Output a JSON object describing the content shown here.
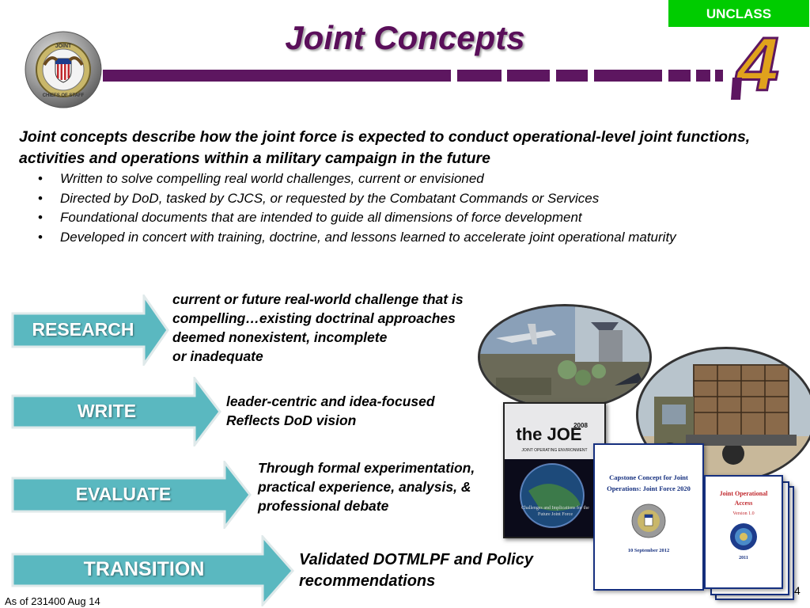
{
  "header": {
    "classification": "UNCLASS",
    "title": "Joint Concepts",
    "brand_numeral": "4",
    "seal_text_top": "JOINT",
    "seal_text_bottom": "CHIEFS OF STAFF"
  },
  "intro": {
    "text": "Joint concepts describe how the joint force is expected to conduct operational-level joint functions, activities and operations within a military campaign in the future",
    "bullets": [
      "Written to solve compelling real world challenges, current or envisioned",
      "Directed by DoD, tasked by CJCS, or requested by the Combatant Commands or Services",
      "Foundational documents that are intended to guide all dimensions of force development",
      "Developed in concert with training, doctrine, and lessons learned to accelerate  joint operational maturity"
    ]
  },
  "steps": [
    {
      "label": "RESEARCH",
      "lines": [
        "current or future real-world challenge that  is",
        "compelling…existing doctrinal approaches",
        "deemed nonexistent, incomplete",
        "or inadequate"
      ]
    },
    {
      "label": "WRITE",
      "lines": [
        "leader-centric and idea-focused",
        "Reflects DoD vision"
      ]
    },
    {
      "label": "EVALUATE",
      "lines": [
        "Through formal experimentation,",
        "practical experience, analysis, &",
        "professional debate"
      ]
    },
    {
      "label": "TRANSITION",
      "lines": [
        "Validated DOTMLPF and Policy",
        "recommendations"
      ]
    }
  ],
  "documents": {
    "joe": {
      "brand": "the JOE",
      "year": "2008",
      "subtitle": "JOINT OPERATING ENVIRONMENT",
      "caption": "Challenges and Implications for the Future Joint Force"
    },
    "capstone": {
      "title": "Capstone Concept for Joint Operations: Joint Force 2020",
      "date": "10 September 2012"
    },
    "jointaccess": {
      "title": "Joint Operational Access",
      "version": "Version 1.0",
      "year": "2011"
    }
  },
  "footer": {
    "as_of": "As of  231400 Aug 14",
    "page": "4"
  },
  "colors": {
    "accent_purple": "#5d1660",
    "title_purple": "#5a0f5a",
    "arrow_teal": "#5ab8c0",
    "unclass_green": "#00cc00"
  }
}
